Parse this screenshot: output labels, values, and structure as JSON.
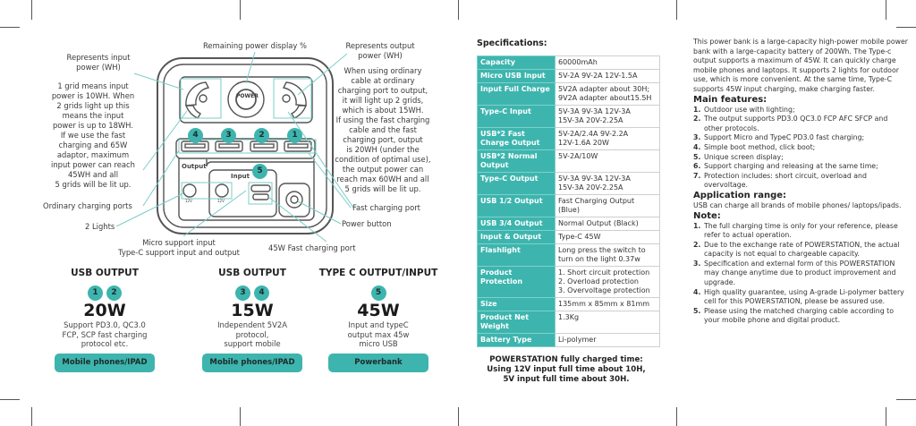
{
  "diagram": {
    "remaining": "Remaining power display %",
    "input_title": [
      "Represents input",
      "power (WH)"
    ],
    "input_desc": [
      "1 grid means input",
      "power is 10WH. When",
      "2 grids light up this",
      "means the input",
      "power is up to 18WH.",
      "If we use the fast",
      "charging and 65W",
      "adaptor, maximum",
      "input power can reach",
      "45WH and all",
      "5 grids will be lit up."
    ],
    "ordinary": "Ordinary charging ports",
    "lights": "2 Lights",
    "micro": [
      "Micro support input",
      "Type-C support input and output"
    ],
    "fast45": "45W Fast charging port",
    "output_title": [
      "Represents output",
      "power (WH)"
    ],
    "output_desc": [
      "When using ordinary",
      "cable at ordinary",
      "charging port to output,",
      "it will light up 2 grids,",
      "which is about 15WH.",
      "If using the fast charging",
      "cable and the fast",
      "charging port, output",
      "is 20WH (under the",
      "condition of optimal use),",
      "the output power can",
      "reach max 60WH and all",
      "5 grids will be lit up."
    ],
    "fast_port": "Fast charging port",
    "power_button": "Power button",
    "device": {
      "power": "POWER",
      "badges": [
        "4",
        "3",
        "2",
        "1"
      ],
      "badge5": "5",
      "output": "Output",
      "input": "Input",
      "v12": "12V"
    }
  },
  "columns": [
    {
      "title": "USB OUTPUT",
      "badges": [
        "1",
        "2"
      ],
      "value": "20W",
      "desc": [
        "Support PD3.0, QC3.0",
        "FCP, SCP fast charging",
        "protocol etc."
      ],
      "button": "Mobile phones/IPAD"
    },
    {
      "title": "USB OUTPUT",
      "badges": [
        "3",
        "4"
      ],
      "value": "15W",
      "desc": [
        "Independent 5V2A",
        "protocol,",
        "support mobile"
      ],
      "button": "Mobile phones/IPAD"
    },
    {
      "title": "TYPE C OUTPUT/INPUT",
      "badges": [
        "5"
      ],
      "value": "45W",
      "desc": [
        "Input and typeC",
        "output max 45w",
        "micro USB"
      ],
      "button": "Powerbank"
    }
  ],
  "spec": {
    "title": "Specifications:",
    "rows": [
      [
        "Capacity",
        "60000mAh"
      ],
      [
        "Micro USB Input",
        "5V-2A 9V-2A 12V-1.5A"
      ],
      [
        "Input Full Charge",
        "5V2A adapter about 30H;\n9V2A adapter about15.5H"
      ],
      [
        "Type-C Input",
        "5V-3A 9V-3A 12V-3A\n15V-3A 20V-2.25A"
      ],
      [
        "USB*2 Fast Charge Output",
        "5V-2A/2.4A 9V-2.2A\n12V-1.6A 20W"
      ],
      [
        "USB*2 Normal Output",
        "5V-2A/10W"
      ],
      [
        "Type-C Output",
        "5V-3A 9V-3A 12V-3A\n15V-3A 20V-2.25A"
      ],
      [
        "USB 1/2 Output",
        "Fast Charging Output\n(Blue)"
      ],
      [
        "USB 3/4 Output",
        "Normal Output (Black)"
      ],
      [
        "Input & Output",
        "Type-C 45W"
      ],
      [
        "Flashlight",
        "Long press the switch to\nturn on the light 0.37w"
      ],
      [
        "Product Protection",
        "1. Short circuit protection\n2. Overload protection\n3. Overvoltage protection"
      ],
      [
        "Size",
        "135mm x 85mm x 81mm"
      ],
      [
        "Product Net Weight",
        "1.3Kg"
      ],
      [
        "Battery Type",
        "Li-polymer"
      ]
    ],
    "footer": [
      "POWERSTATION fully charged time:",
      "Using 12V input full time about 10H,",
      "5V input full time about 30H."
    ]
  },
  "info": {
    "intro": "This power bank is a large-capacity high-power mobile power bank with a large-capacity battery of 200Wh. The Type-c output supports a maximum of 45W. It can quickly charge mobile phones and laptops. It supports 2 lights for outdoor use, which is more convenient. At the same time, Type-C supports 45W input charging, make charging faster.",
    "features_title": "Main features:",
    "features": [
      "Outdoor use with lighting;",
      "The output supports PD3.0 QC3.0 FCP AFC SFCP and other protocols.",
      "Support Micro and TypeC PD3.0 fast charging;",
      "Simple boot method, click boot;",
      "Unique screen display;",
      "Support charging and releasing at the same time;",
      "Protection includes: short circuit, overload and overvoltage."
    ],
    "app_title": "Application range:",
    "app": "USB can charge all brands of mobile phones/ laptops/ipads.",
    "note_title": "Note:",
    "notes": [
      "The full charging time is only for your reference, please refer to actual operation.",
      "Due to the exchange rate of POWERSTATION, the actual capacity is not equal to chargeable capacity.",
      "Specification and external form of this POWERSTATION may change anytime due to product improvement and upgrade.",
      "High quality guarantee, using A-grade Li-polymer battery cell for this POWERSTATION, please be assured use.",
      "Please using the matched charging cable according to your mobile phone and digital product."
    ]
  },
  "colors": {
    "teal": "#3db5ae"
  }
}
